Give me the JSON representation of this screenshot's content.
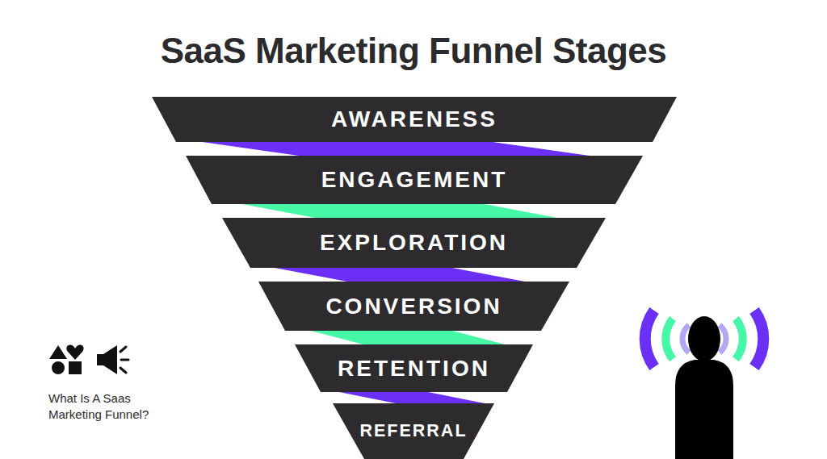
{
  "diagram": {
    "title": "SaaS Marketing Funnel Stages",
    "nodes": [
      {
        "text": [
          "AWARENESS"
        ]
      },
      {
        "text": [
          "ENGAGEMENT"
        ]
      },
      {
        "text": [
          "EXPLORATION"
        ]
      },
      {
        "text": [
          "CONVERSION"
        ]
      },
      {
        "text": [
          "RETENTION"
        ]
      },
      {
        "text": [
          "REFERRAL"
        ]
      }
    ],
    "labels": [
      "What Is A Saas Marketing Funnel?"
    ]
  }
}
